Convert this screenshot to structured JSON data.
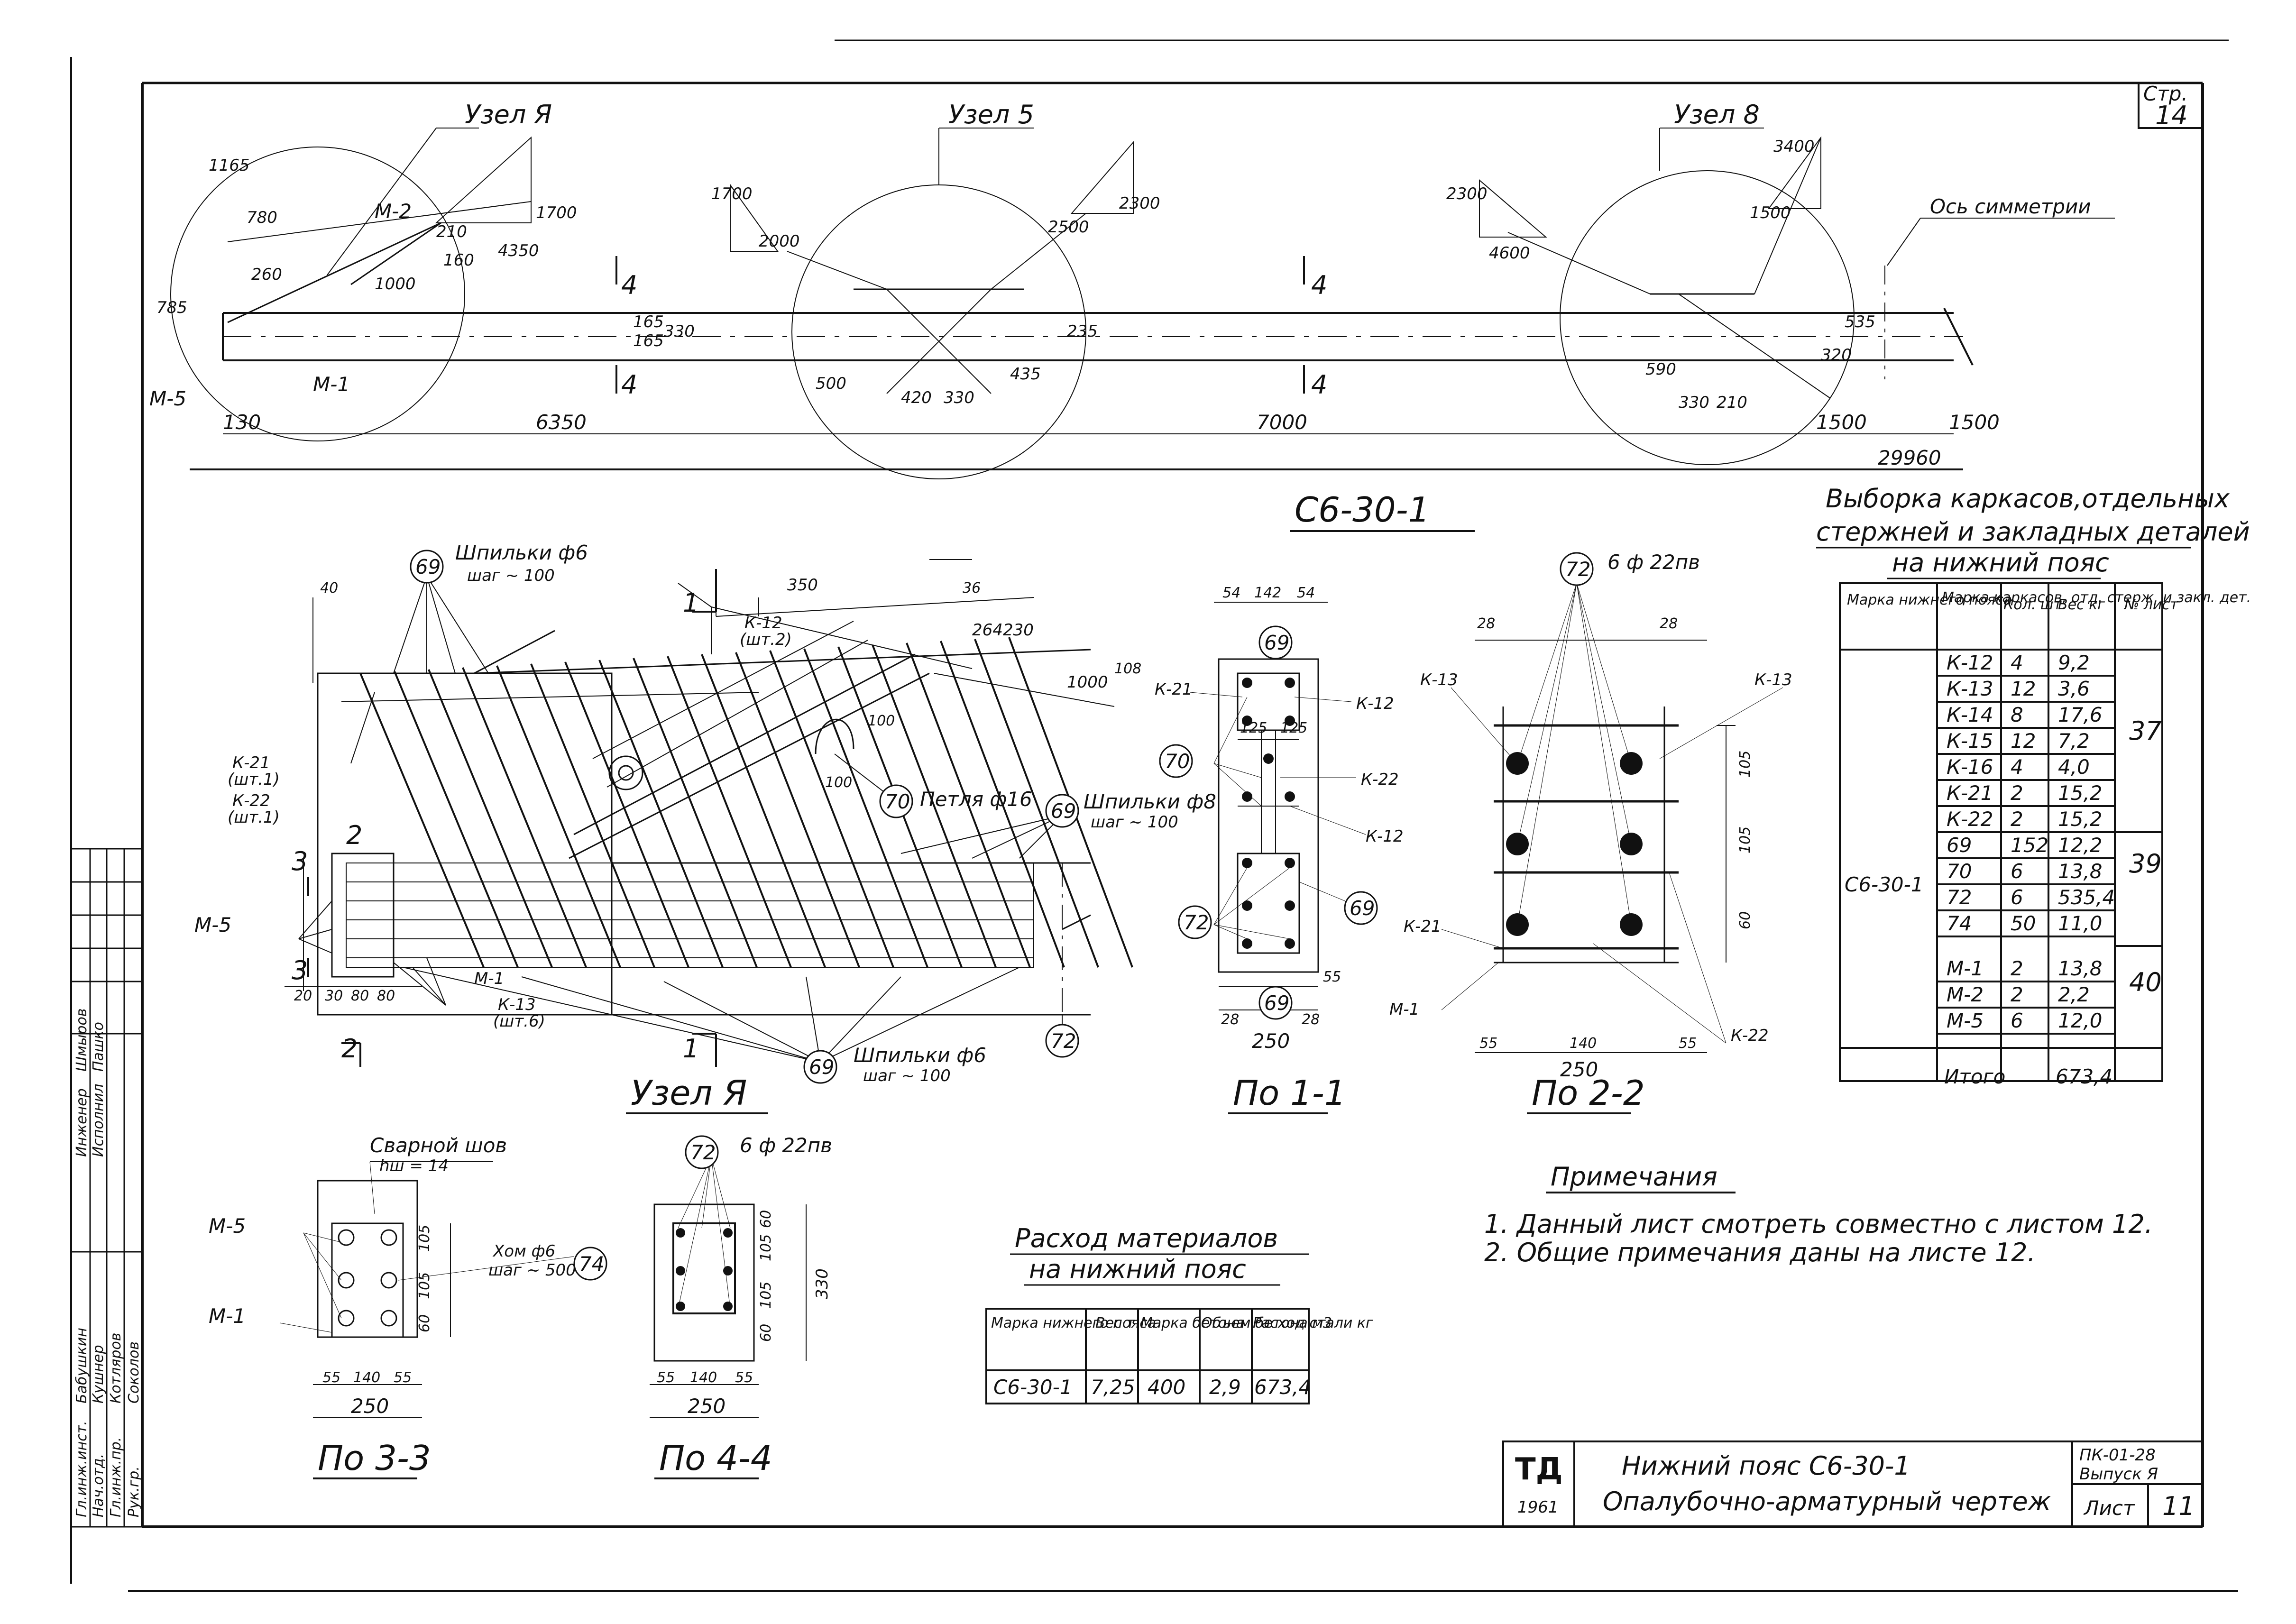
{
  "sheet": {
    "page_label": "Стр.",
    "page_number": "14",
    "title_line1": "Нижний пояс С6-30-1",
    "title_line2": "Опалубочно-арматурный чертеж",
    "stamp_logo": "ТД",
    "stamp_year": "1961",
    "series": "ПК-01-28",
    "issue": "Выпуск Я",
    "sheet_label": "Лист",
    "sheet_number": "11",
    "signatures": [
      "Гл.инж.инст.",
      "Нач.отд.",
      "Гл.инж.пр.",
      "Рук.гр.",
      "Бабушкин",
      "Кушнер",
      "Котляров",
      "Соколов",
      "Инженер",
      "Исполнил",
      "Шмыров",
      "Пашко"
    ]
  },
  "elevation": {
    "node_labels": [
      "Узел Я",
      "Узел 5",
      "Узел 8"
    ],
    "symmetry_label": "Ось симметрии",
    "section_mark": "4",
    "weld_mark_labels": [
      "М-2",
      "М-1",
      "М-5"
    ],
    "dims_bottom": [
      "130",
      "6350",
      "7000",
      "1500",
      "1500",
      "29960"
    ],
    "dims_left": [
      "1165",
      "780",
      "260",
      "785",
      "1000",
      "4350",
      "1700",
      "210",
      "160"
    ],
    "dims_mid": [
      "1700",
      "2000",
      "2500",
      "2300",
      "235",
      "165",
      "165",
      "330",
      "500",
      "420",
      "330",
      "435"
    ],
    "dims_right": [
      "2300",
      "4600",
      "3400",
      "1500",
      "535",
      "590",
      "330",
      "210",
      "320"
    ]
  },
  "element_title": "С6-30-1",
  "node_a": {
    "title": "Узел Я",
    "stud_label_1": "Шпильки ф6",
    "stud_step_1": "шаг ~ 100",
    "stud_label_2": "Шпильки ф8",
    "stud_step_2": "шаг ~ 100",
    "stud_label_3": "Шпильки ф6",
    "stud_step_3": "шаг ~ 100",
    "loop_label": "Петля ф16",
    "callouts": [
      "69",
      "69",
      "69",
      "70",
      "72"
    ],
    "frame_labels": [
      "К-12",
      "(шт.2)",
      "К-21",
      "(шт.1)",
      "К-22",
      "(шт.1)",
      "М-5",
      "М-1",
      "К-13",
      "(шт.6)"
    ],
    "dims": [
      "40",
      "350",
      "36",
      "264",
      "230",
      "1000",
      "108",
      "100",
      "100",
      "20",
      "30",
      "80",
      "80"
    ],
    "section_marks": [
      "1",
      "1",
      "2",
      "2",
      "3",
      "3"
    ]
  },
  "section_1_1": {
    "title": "По 1-1",
    "labels": [
      "К-21",
      "К-12",
      "К-22",
      "К-12"
    ],
    "callouts": [
      "69",
      "70",
      "72",
      "69",
      "69"
    ],
    "dims": [
      "54",
      "142",
      "54",
      "125",
      "125",
      "55",
      "28",
      "28",
      "250"
    ]
  },
  "section_2_2": {
    "title": "По 2-2",
    "callout": "72",
    "rebar_note": "6 ф 22пв",
    "labels": [
      "К-13",
      "К-13",
      "К-21",
      "М-1",
      "К-22"
    ],
    "dims": [
      "28",
      "28",
      "105",
      "105",
      "60",
      "55",
      "140",
      "55",
      "250"
    ]
  },
  "section_3_3": {
    "title": "По 3-3",
    "weld_label": "Сварной шов",
    "weld_size": "hш = 14",
    "clamp_label": "Хом ф6",
    "clamp_step": "шаг ~ 500",
    "callout": "74",
    "labels": [
      "М-5",
      "М-1"
    ],
    "dims": [
      "105",
      "105",
      "60",
      "55",
      "140",
      "55",
      "250"
    ]
  },
  "section_4_4": {
    "title": "По 4-4",
    "callout": "72",
    "rebar_note": "6 ф 22пв",
    "dims": [
      "60",
      "105",
      "105",
      "60",
      "330",
      "55",
      "140",
      "55",
      "250"
    ]
  },
  "materials": {
    "title_line1": "Расход материалов",
    "title_line2": "на нижний пояс",
    "headers": [
      "Марка нижнего пояса",
      "Вес т",
      "Марка бетона",
      "Объем бетона м3",
      "Расход стали кг"
    ],
    "row": [
      "С6-30-1",
      "7,25",
      "400",
      "2,9",
      "673,4"
    ]
  },
  "selection_table": {
    "title_line1": "Выборка каркасов,отдельных",
    "title_line2": "стержней и закладных деталей",
    "title_line3": "на нижний пояс",
    "headers": [
      "Марка нижнего пояса",
      "Марка каркасов, отд. стерж. и закл. дет.",
      "Кол. шт.",
      "Вес кг",
      "№ лист"
    ],
    "belt_mark": "С6-30-1",
    "rows": [
      [
        "К-12",
        "4",
        "9,2"
      ],
      [
        "К-13",
        "12",
        "3,6"
      ],
      [
        "К-14",
        "8",
        "17,6"
      ],
      [
        "К-15",
        "12",
        "7,2"
      ],
      [
        "К-16",
        "4",
        "4,0"
      ],
      [
        "К-21",
        "2",
        "15,2"
      ],
      [
        "К-22",
        "2",
        "15,2"
      ],
      [
        "69",
        "152",
        "12,2"
      ],
      [
        "70",
        "6",
        "13,8"
      ],
      [
        "72",
        "6",
        "535,4"
      ],
      [
        "74",
        "50",
        "11,0"
      ],
      [
        "М-1",
        "2",
        "13,8"
      ],
      [
        "М-2",
        "2",
        "2,2"
      ],
      [
        "М-5",
        "6",
        "12,0"
      ]
    ],
    "sheet_refs": [
      "37",
      "39",
      "40"
    ],
    "total_label": "Итого",
    "total_value": "673,4"
  },
  "notes": {
    "title": "Примечания",
    "items": [
      "1. Данный лист смотреть совместно с листом 12.",
      "2. Общие примечания даны на листе 12."
    ]
  }
}
